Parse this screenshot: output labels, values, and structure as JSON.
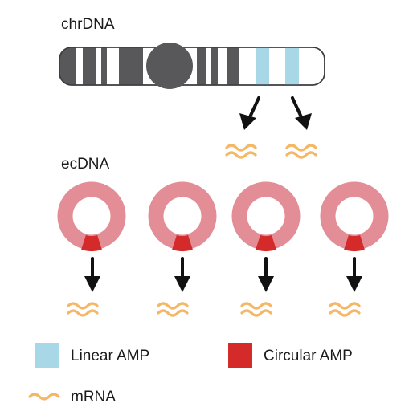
{
  "chrDNA": {
    "label": "chrDNA"
  },
  "ecDNA": {
    "label": "ecDNA",
    "count": 4
  },
  "legend": {
    "linear_label": "Linear AMP",
    "circular_label": "Circular AMP",
    "mrna_label": "mRNA"
  },
  "colors": {
    "chromosome_band": "#58585a",
    "chromosome_outline": "#3c3c3e",
    "linear_amp": "#a8d8e8",
    "circular_amp": "#d42a2a",
    "ring": "#e38e97",
    "mrna": "#f5b765",
    "arrow": "#111111",
    "text": "#1a1a1a"
  },
  "icons": {
    "arrow": "arrow-down-icon",
    "mrna": "mrna-wave-icon",
    "ring": "ecdna-ring-icon",
    "centromere": "centromere-icon"
  }
}
